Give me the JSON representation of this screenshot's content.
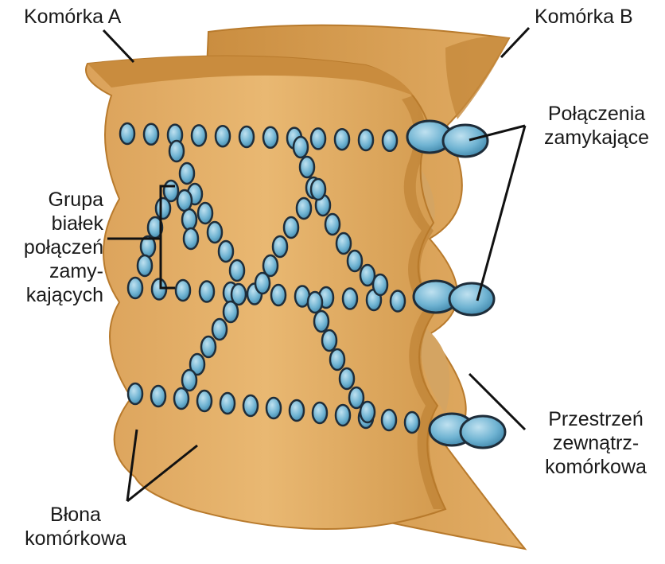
{
  "labels": {
    "cell_a": "Komórka A",
    "cell_b": "Komórka B",
    "tight_junctions": [
      "Połączenia",
      "zamykające"
    ],
    "protein_group": [
      "Grupa",
      "białek",
      "połączeń",
      "zamy-",
      "kających"
    ],
    "extracellular_space": [
      "Przestrzeń",
      "zewnątrz-",
      "komórkowa"
    ],
    "cell_membrane": [
      "Błona",
      "komórkowa"
    ]
  },
  "colors": {
    "membrane_light": "#e8b46a",
    "membrane_mid": "#d9a052",
    "membrane_dark": "#b87a2c",
    "protein_fill": "#6fb3d2",
    "protein_stroke": "#1e2d3a",
    "line": "#111111"
  }
}
